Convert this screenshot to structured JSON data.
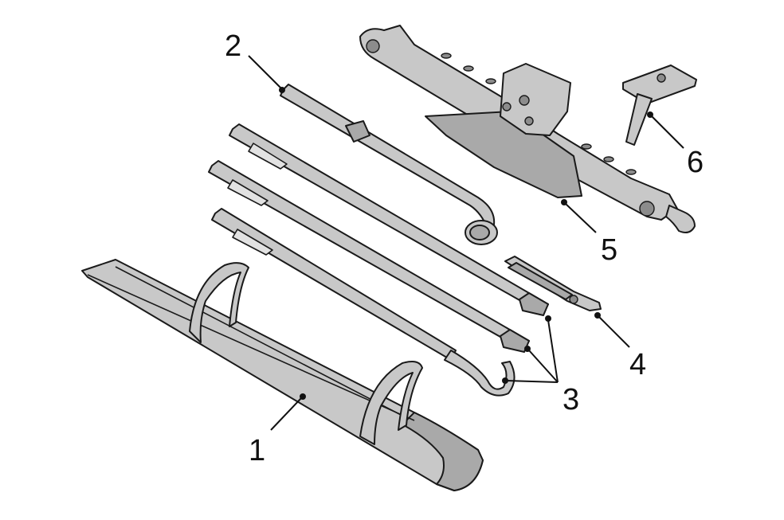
{
  "callouts": {
    "c1": "1",
    "c2": "2",
    "c3": "3",
    "c4": "4",
    "c5": "5",
    "c6": "6"
  },
  "colors": {
    "part_fill": "#c8c8c8",
    "outline": "#1a1a1a",
    "background": "#ffffff"
  }
}
